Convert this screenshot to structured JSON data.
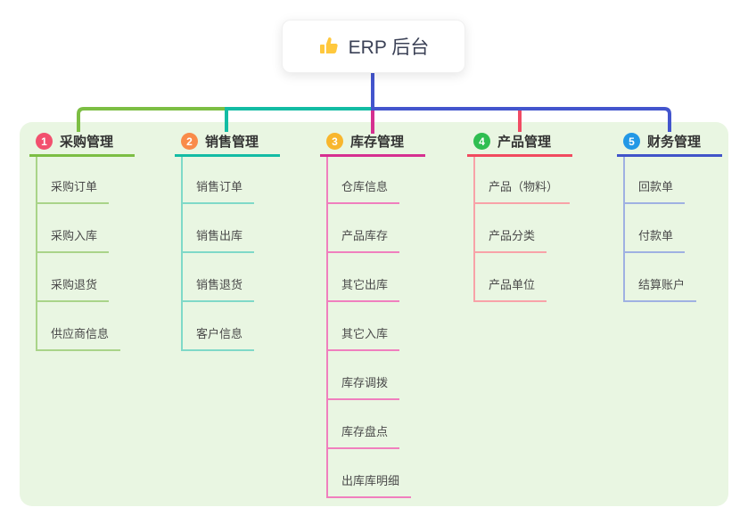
{
  "root": {
    "label": "ERP 后台",
    "icon": "thumbs-up-icon",
    "icon_color": "#FFC83D"
  },
  "panel_color": "#e9f6e2",
  "connectors": {
    "green": "#7cbe43",
    "teal": "#13bca4",
    "blue": "#4355cd",
    "magenta": "#d63090",
    "red": "#f14b64"
  },
  "branches": [
    {
      "index": "1",
      "title": "采购管理",
      "badge_color": "#f2506e",
      "line_color": "#7cbe43",
      "child_line_color": "#a9d489",
      "children": [
        "采购订单",
        "采购入库",
        "采购退货",
        "供应商信息"
      ]
    },
    {
      "index": "2",
      "title": "销售管理",
      "badge_color": "#f98b4a",
      "line_color": "#13bca4",
      "child_line_color": "#7fd9c8",
      "children": [
        "销售订单",
        "销售出库",
        "销售退货",
        "客户信息"
      ]
    },
    {
      "index": "3",
      "title": "库存管理",
      "badge_color": "#f8b62d",
      "line_color": "#d63090",
      "child_line_color": "#f07fbe",
      "children": [
        "仓库信息",
        "产品库存",
        "其它出库",
        "其它入库",
        "库存调拨",
        "库存盘点",
        "出库库明细"
      ]
    },
    {
      "index": "4",
      "title": "产品管理",
      "badge_color": "#2fbe51",
      "line_color": "#f14b5f",
      "child_line_color": "#f8a2a8",
      "children": [
        "产品（物料）",
        "产品分类",
        "产品单位"
      ]
    },
    {
      "index": "5",
      "title": "财务管理",
      "badge_color": "#2298e6",
      "line_color": "#4154c9",
      "child_line_color": "#9fb1e2",
      "children": [
        "回款单",
        "付款单",
        "结算账户"
      ]
    }
  ]
}
